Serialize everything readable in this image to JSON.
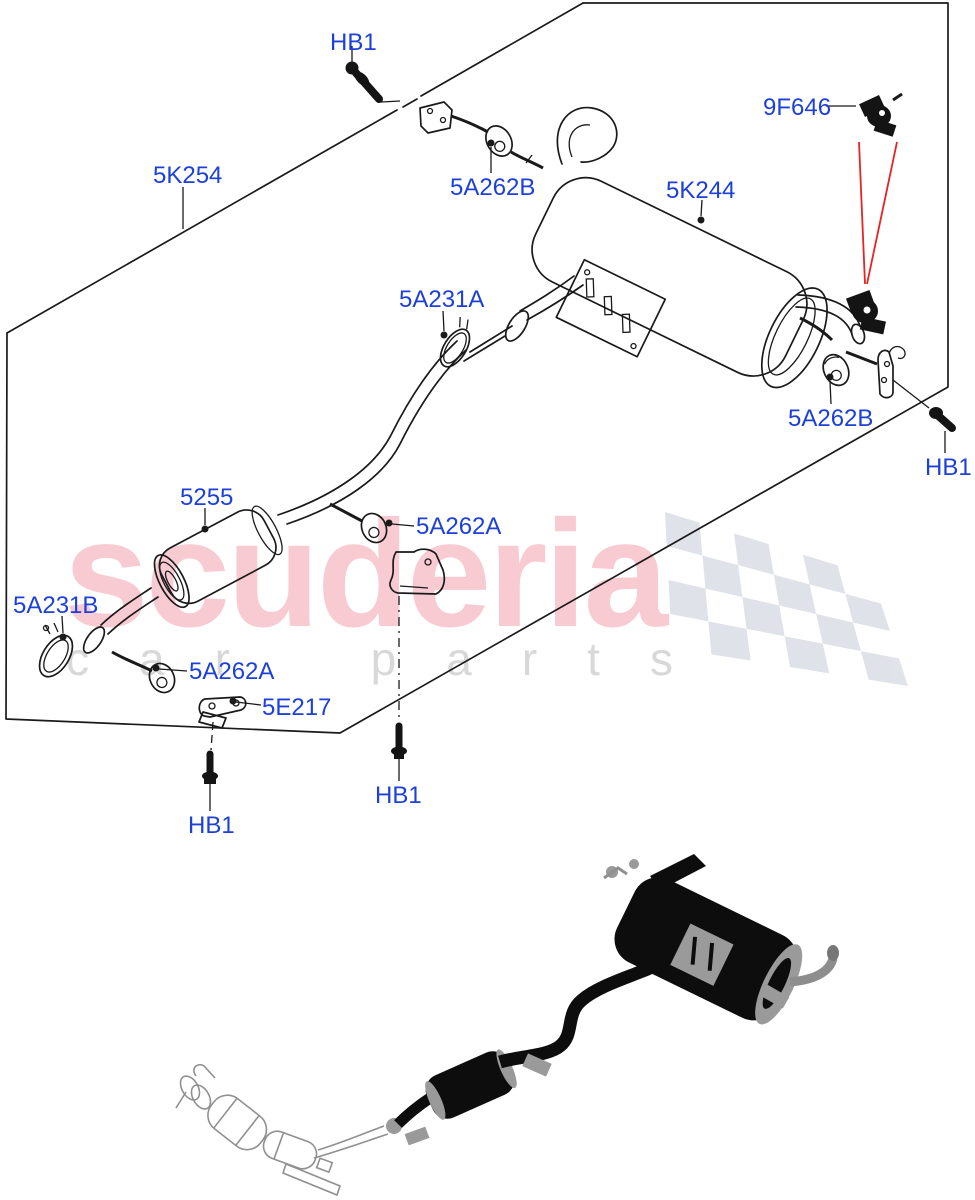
{
  "parts": {
    "hb1": "HB1",
    "k5254": "5K254",
    "a262b": "5A262B",
    "k5244": "5K244",
    "f9646": "9F646",
    "a231a": "5A231A",
    "p5255": "5255",
    "a262a": "5A262A",
    "a231b": "5A231B",
    "e5217": "5E217"
  },
  "watermark": {
    "brand": "scuderia",
    "tagline": "car parts",
    "brand_color": "#f8cbd2",
    "tagline_color": "#d8d8d8",
    "flag_color": "#dfe1e9"
  },
  "colors": {
    "label_blue": "#1d40d8",
    "art_ink": "#1a1a1a",
    "red_pointer": "#e62222",
    "brand_pink": "#f8cbd2",
    "tagline_gray": "#d8d8d8"
  }
}
